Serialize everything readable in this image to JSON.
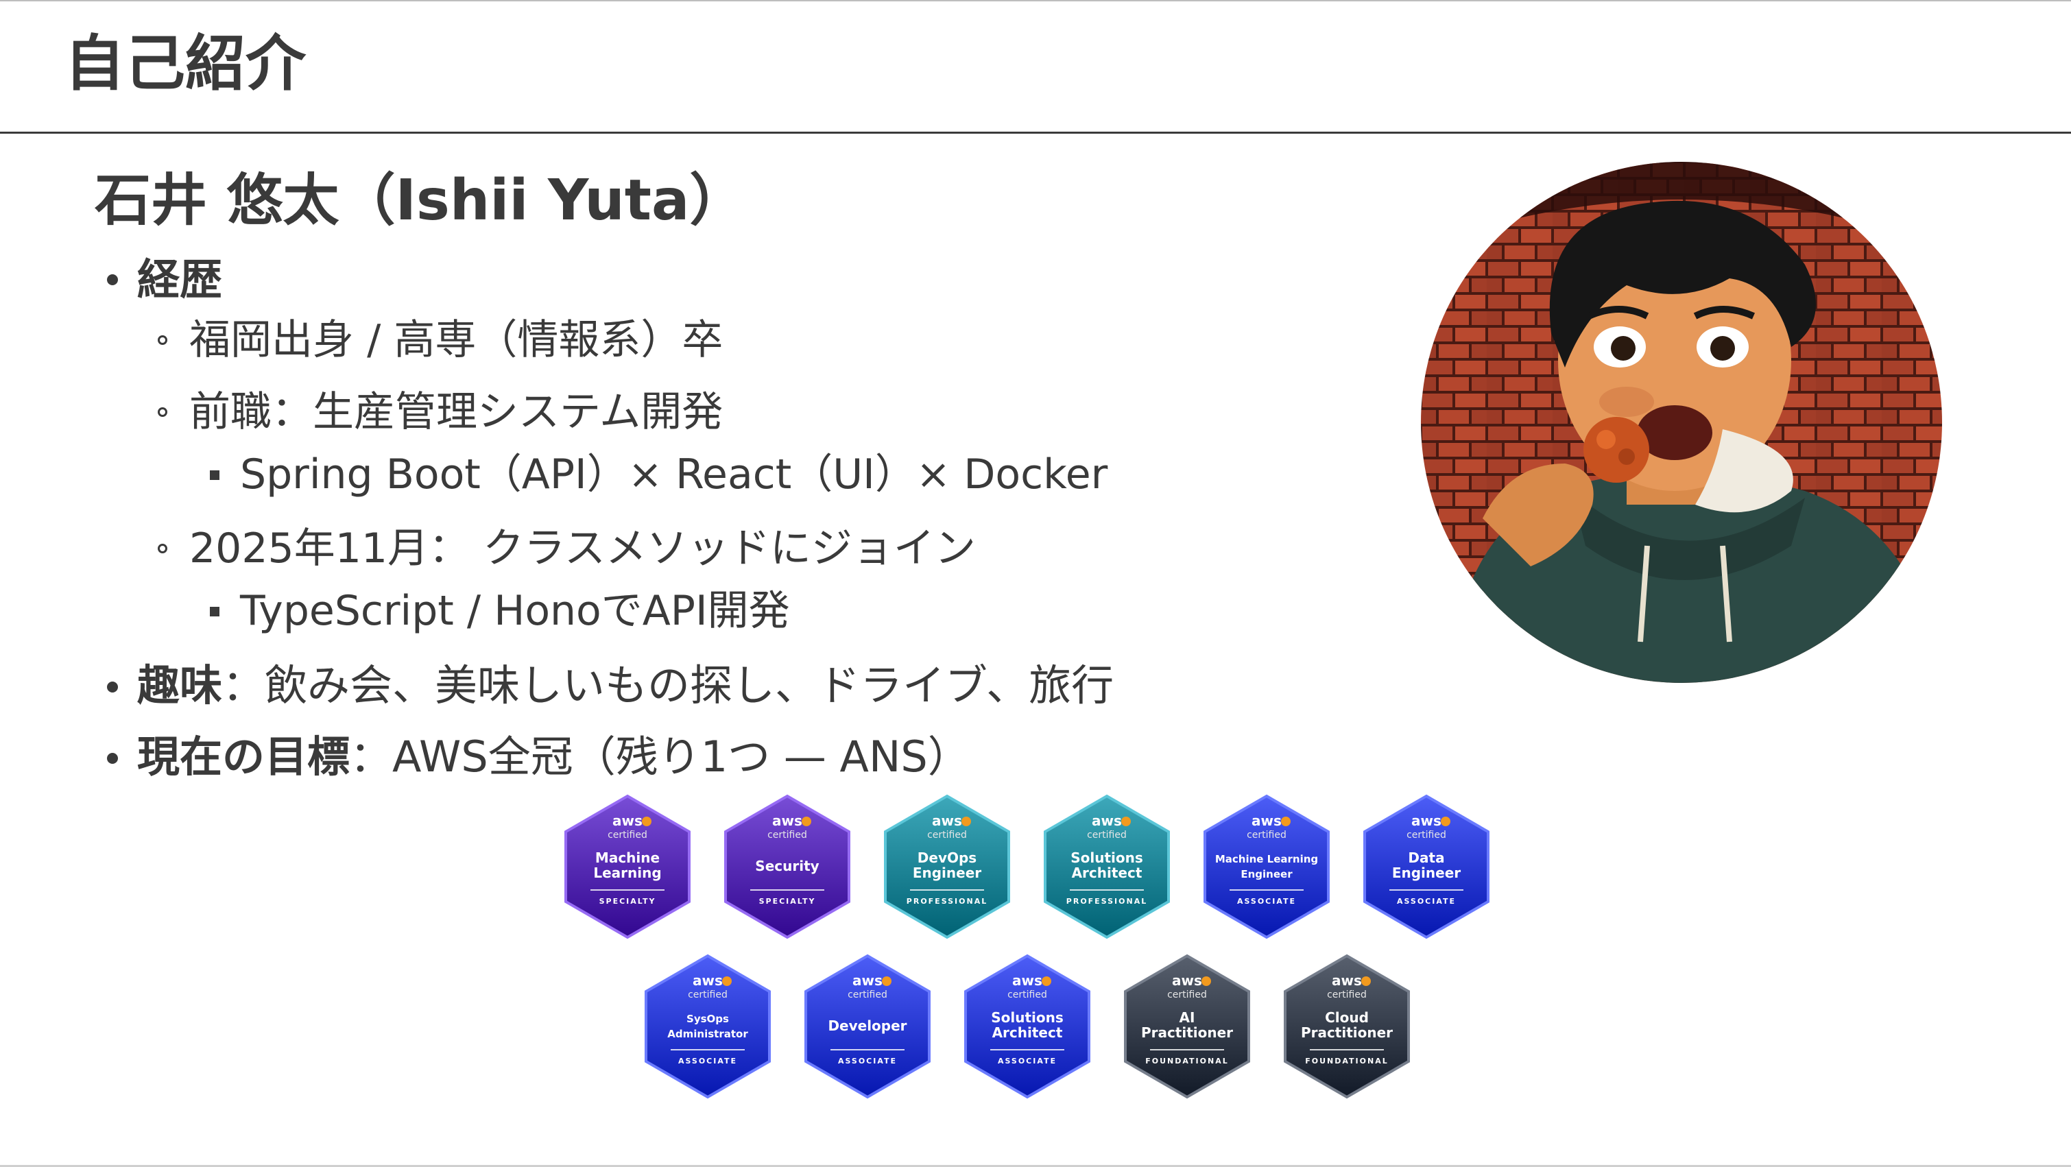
{
  "header": {
    "title": "自己紹介"
  },
  "profile": {
    "name": "石井 悠太（Ishii Yuta）",
    "career_heading": "経歴",
    "career": [
      {
        "text": "福岡出身 / 高専（情報系）卒"
      },
      {
        "text": "前職：生産管理システム開発",
        "sub": "Spring Boot（API）× React（UI）× Docker"
      },
      {
        "text": "2025年11月： クラスメソッドにジョイン",
        "sub": "TypeScript / HonoでAPI開発"
      }
    ],
    "hobby_label": "趣味",
    "hobby_text": "：飲み会、美味しいもの探し、ドライブ、旅行",
    "goal_label": "現在の目標",
    "goal_text": "：AWS全冠（残り1つ — ANS）"
  },
  "avatar": {
    "icon": "avatar-illustration"
  },
  "badges": [
    {
      "brand": "aws",
      "sub": "certified",
      "lines": [
        "Machine",
        "Learning"
      ],
      "level": "SPECIALTY",
      "color": "#5a2fb8"
    },
    {
      "brand": "aws",
      "sub": "certified",
      "lines": [
        "Security"
      ],
      "level": "SPECIALTY",
      "color": "#5a2fb8"
    },
    {
      "brand": "aws",
      "sub": "certified",
      "lines": [
        "DevOps",
        "Engineer"
      ],
      "level": "PROFESSIONAL",
      "color": "#1f8a9c"
    },
    {
      "brand": "aws",
      "sub": "certified",
      "lines": [
        "Solutions",
        "Architect"
      ],
      "level": "PROFESSIONAL",
      "color": "#1f8a9c"
    },
    {
      "brand": "aws",
      "sub": "certified",
      "lines": [
        "Machine Learning",
        "Engineer"
      ],
      "level": "ASSOCIATE",
      "color": "#2e3fd8"
    },
    {
      "brand": "aws",
      "sub": "certified",
      "lines": [
        "Data",
        "Engineer"
      ],
      "level": "ASSOCIATE",
      "color": "#2e3fd8"
    },
    {
      "brand": "aws",
      "sub": "certified",
      "lines": [
        "SysOps",
        "Administrator"
      ],
      "level": "ASSOCIATE",
      "color": "#2e3fd8"
    },
    {
      "brand": "aws",
      "sub": "certified",
      "lines": [
        "Developer"
      ],
      "level": "ASSOCIATE",
      "color": "#2e3fd8"
    },
    {
      "brand": "aws",
      "sub": "certified",
      "lines": [
        "Solutions",
        "Architect"
      ],
      "level": "ASSOCIATE",
      "color": "#2e3fd8"
    },
    {
      "brand": "aws",
      "sub": "certified",
      "lines": [
        "AI",
        "Practitioner"
      ],
      "level": "FOUNDATIONAL",
      "color": "#3a4250"
    },
    {
      "brand": "aws",
      "sub": "certified",
      "lines": [
        "Cloud",
        "Practitioner"
      ],
      "level": "FOUNDATIONAL",
      "color": "#3a4250"
    }
  ]
}
